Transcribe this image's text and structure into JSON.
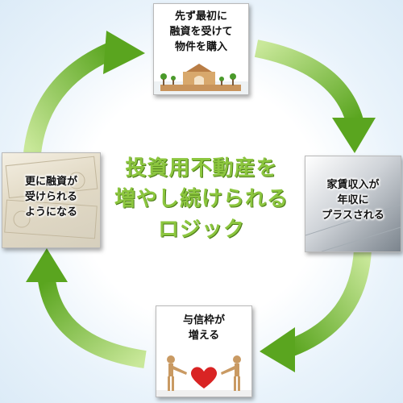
{
  "center_title": {
    "line1": "投資用不動産を",
    "line2": "増やし続けられる",
    "line3": "ロジック"
  },
  "cards": {
    "top": {
      "lines": [
        "先ず最初に",
        "融資を受けて",
        "物件を購入"
      ]
    },
    "right": {
      "lines": [
        "家賃収入が",
        "年収に",
        "プラスされる"
      ]
    },
    "bottom": {
      "lines": [
        "与信枠が",
        "増える"
      ]
    },
    "left": {
      "lines": [
        "更に融資が",
        "受けられる",
        "ようになる"
      ]
    }
  },
  "colors": {
    "arrow_light": "#b9df7a",
    "arrow_dark": "#5aa51f",
    "title": "#8cc63f"
  },
  "icons": {
    "top": "wooden-house-blocks-illustration",
    "right": "receipt-figures-photo",
    "bottom": "wooden-mannequins-with-heart",
    "left": "yen-banknotes-photo"
  }
}
